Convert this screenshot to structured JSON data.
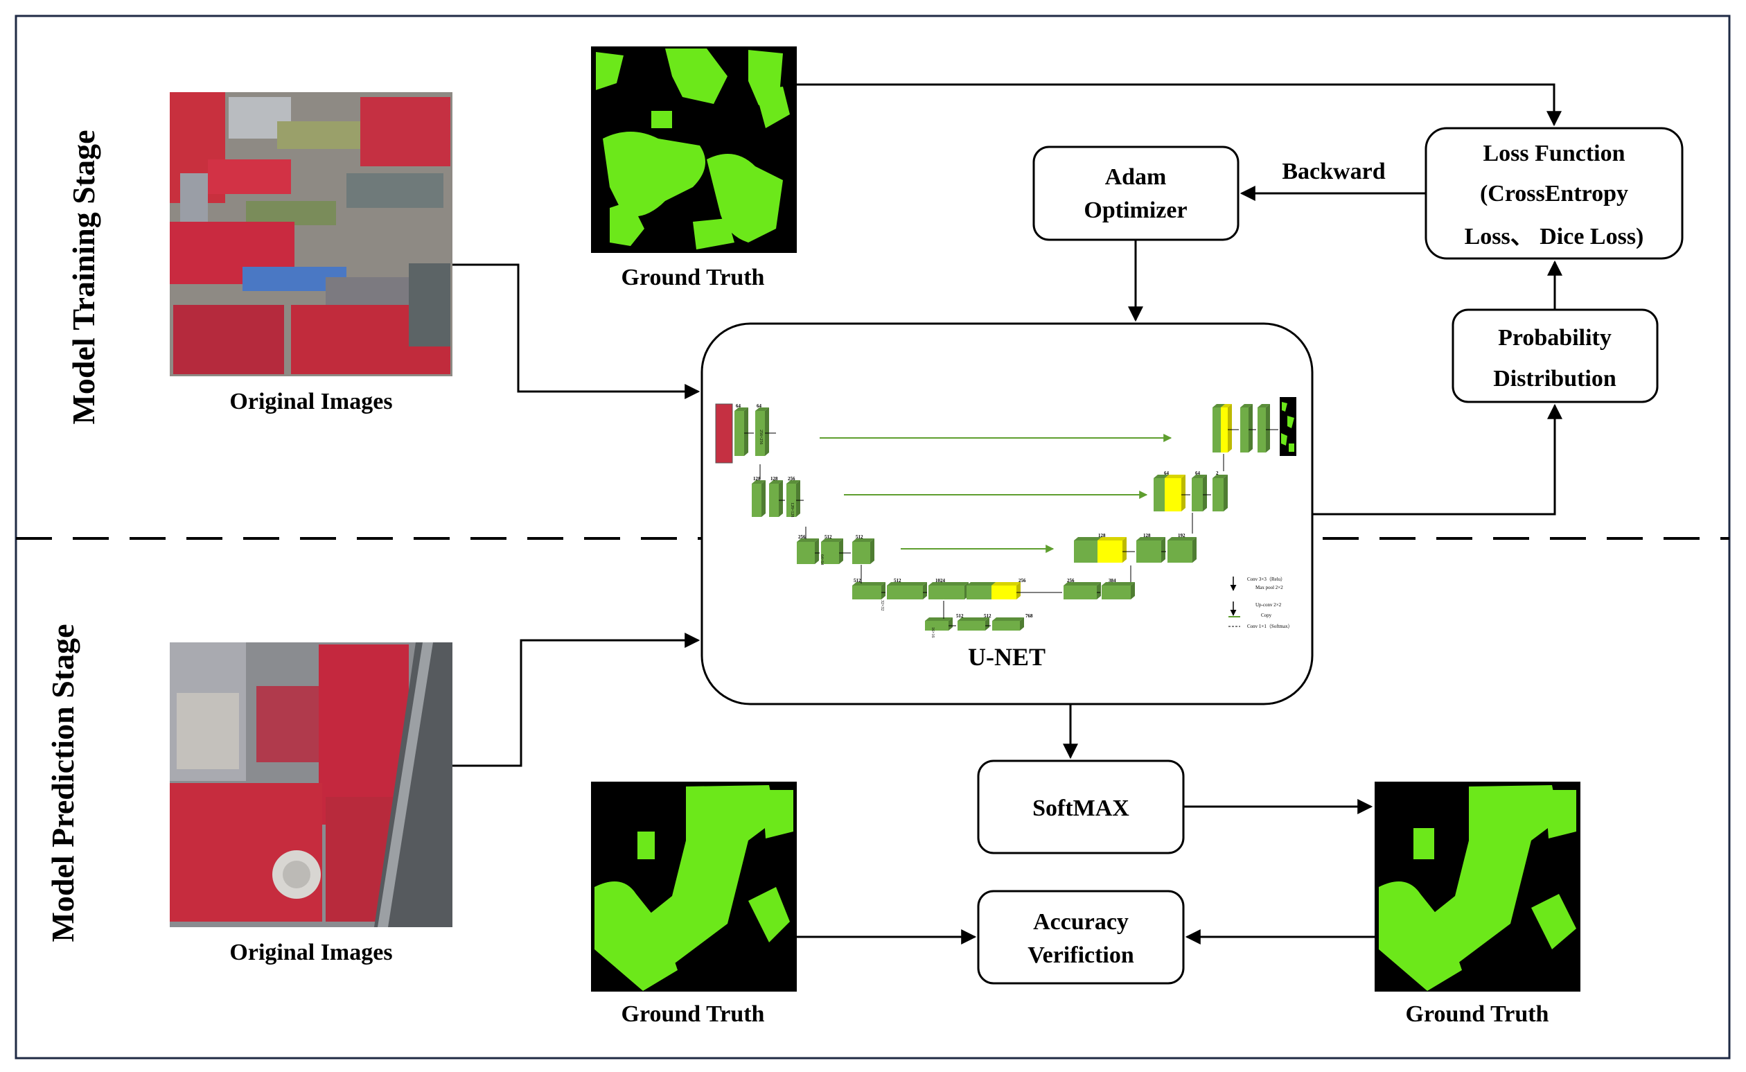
{
  "stages": {
    "training": "Model Training Stage",
    "prediction": "Model Prediction Stage"
  },
  "captions": {
    "original_train": "Original Images",
    "original_pred": "Original Images",
    "gt_train": "Ground Truth",
    "gt_pred_left": "Ground Truth",
    "gt_pred_right": "Ground Truth",
    "unet": "U-NET"
  },
  "boxes": {
    "adam": [
      "Adam",
      "Optimizer"
    ],
    "loss": [
      "Loss Function",
      "(CrossEntropy",
      "Loss、 Dice Loss)"
    ],
    "prob": [
      "Probability",
      "Distribution"
    ],
    "softmax": [
      "SoftMAX"
    ],
    "accuracy": [
      "Accuracy",
      "Verifiction"
    ]
  },
  "edge_labels": {
    "backward": "Backward"
  },
  "unet_arch": {
    "channels": [
      "64",
      "64",
      "128",
      "128",
      "256",
      "256",
      "512",
      "512",
      "512",
      "512",
      "1024",
      "512",
      "512",
      "768",
      "256",
      "256",
      "384",
      "128",
      "128",
      "192",
      "64",
      "64",
      "2"
    ],
    "sizes": [
      "256×256",
      "128×128",
      "64×64",
      "32×32",
      "16×16"
    ],
    "legend": [
      "Conv 3×3（Relu）",
      "Max pool 2×2",
      "Up-conv 2×2",
      "Copy",
      "Conv 1×1（Softmax）"
    ]
  },
  "colors": {
    "vegetation": "#6ce81a",
    "block_green": "#70ad47",
    "block_yellow": "#ffff00",
    "copy_arrow": "#5e9e2e",
    "border": "#1f2a44",
    "stroke": "#000000"
  }
}
